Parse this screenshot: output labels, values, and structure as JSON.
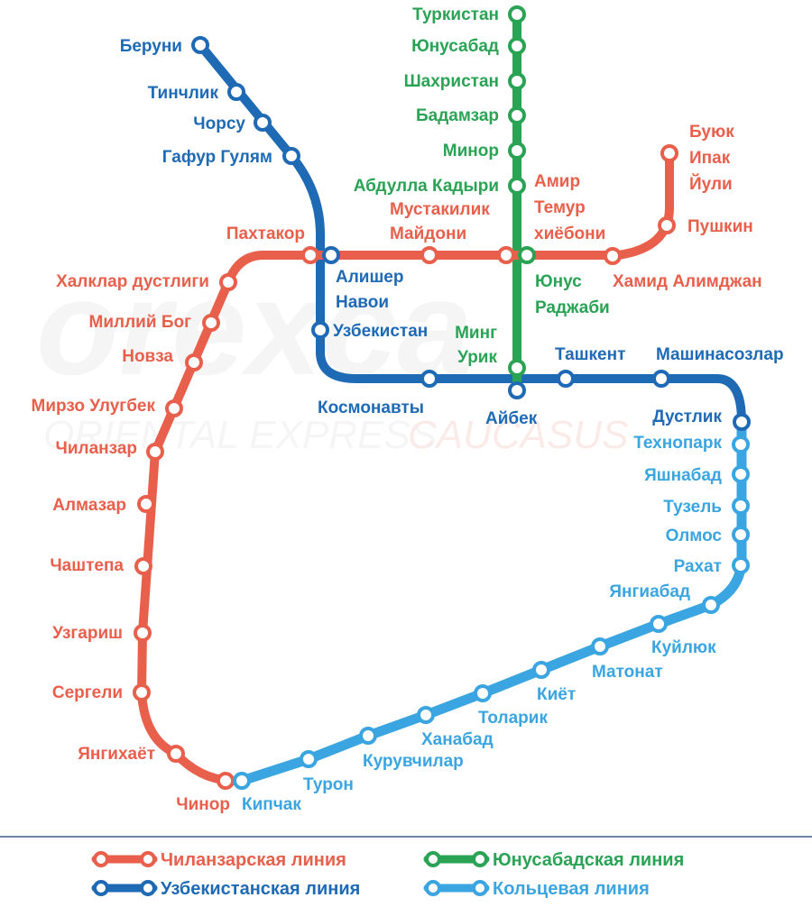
{
  "colors": {
    "chilanzar": "#e8604c",
    "uzbekistan": "#1f6ab5",
    "yunusabad": "#2aa355",
    "ring": "#3aa5e0",
    "watermark": "#eeeeee"
  },
  "watermark": {
    "brand": "orexca",
    "tagline_part1": "ORIENTAL EXPRESS",
    "tagline_part2": "CAUCASUS"
  },
  "legend": [
    {
      "line": "chilanzar",
      "label": "Чиланзарская линия"
    },
    {
      "line": "yunusabad",
      "label": "Юнусабадская линия"
    },
    {
      "line": "uzbekistan",
      "label": "Узбекистанская линия"
    },
    {
      "line": "ring",
      "label": "Кольцевая линия"
    }
  ],
  "stations": {
    "beruni": "Беруни",
    "tinchlik": "Тинчлик",
    "chorsu": "Чорсу",
    "gafur_gulyam": "Гафур Гулям",
    "alisher_navoi_1": "Алишер",
    "alisher_navoi_2": "Навои",
    "uzbekistan": "Узбекистан",
    "kosmonavty": "Космонавты",
    "aybek": "Айбек",
    "tashkent": "Ташкент",
    "mashinasozlar": "Машинасозлар",
    "dustlik": "Дустлик",
    "turkistan": "Туркистан",
    "yunusabad": "Юнусабад",
    "shahristan": "Шахристан",
    "badamzar": "Бадамзар",
    "minor": "Минор",
    "abdulla_kadyri": "Абдулла Кадыри",
    "amir_temur_1": "Амир",
    "amir_temur_2": "Темур",
    "amir_temur_3": "хиёбони",
    "yunus_radjabi_1": "Юнус",
    "yunus_radjabi_2": "Раджаби",
    "ming_urik_1": "Минг",
    "ming_urik_2": "Урик",
    "buyuk_1": "Буюк",
    "buyuk_2": "Ипак",
    "buyuk_3": "Йули",
    "pushkin": "Пушкин",
    "hamid_alimdjan": "Хамид Алимджан",
    "mustakilik_1": "Мустакилик",
    "mustakilik_2": "Майдони",
    "pakhtakor": "Пахтакор",
    "khalklar": "Халклар дустлиги",
    "milliy_bog": "Миллий Бог",
    "novza": "Новза",
    "mirzo": "Мирзо Улугбек",
    "chilanzar": "Чиланзар",
    "almazar": "Алмазар",
    "chashtepa": "Чаштепа",
    "uzgarish": "Узгариш",
    "sergeli": "Сергели",
    "yangikhayot": "Янгихаёт",
    "chinor": "Чинор",
    "kipchak": "Кипчак",
    "turon": "Турон",
    "kuruvchilar": "Курувчилар",
    "khanabad": "Ханабад",
    "tolarik": "Толарик",
    "kiyot": "Киёт",
    "matonat": "Матонат",
    "kuylyuk": "Куйлюк",
    "yangiabad": "Янгиабад",
    "rakhat": "Рахат",
    "olmos": "Олмос",
    "tuzel": "Тузель",
    "yashnabad": "Яшнабад",
    "tekhnopark": "Технопарк"
  }
}
